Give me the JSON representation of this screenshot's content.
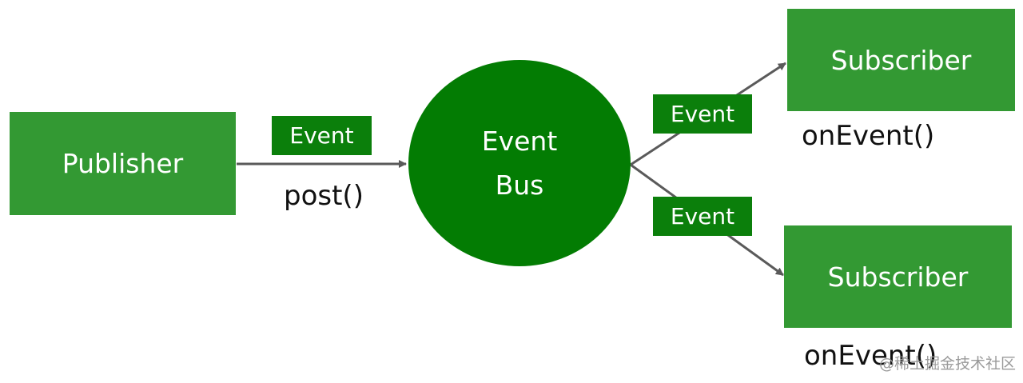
{
  "publisher": {
    "label": "Publisher"
  },
  "publish_link": {
    "event_label": "Event",
    "method": "post()"
  },
  "event_bus": {
    "line1": "Event",
    "line2": "Bus"
  },
  "subscribers": [
    {
      "label": "Subscriber",
      "event_label": "Event",
      "method": "onEvent()"
    },
    {
      "label": "Subscriber",
      "event_label": "Event",
      "method": "onEvent()"
    }
  ],
  "watermark": "@稀土掘金技术社区",
  "colors": {
    "box_fill": "#339933",
    "event_tag_fill": "#0b7f0b",
    "bus_fill": "#037c03",
    "arrow": "#5a5a5a",
    "text_on_green": "#ffffff"
  }
}
